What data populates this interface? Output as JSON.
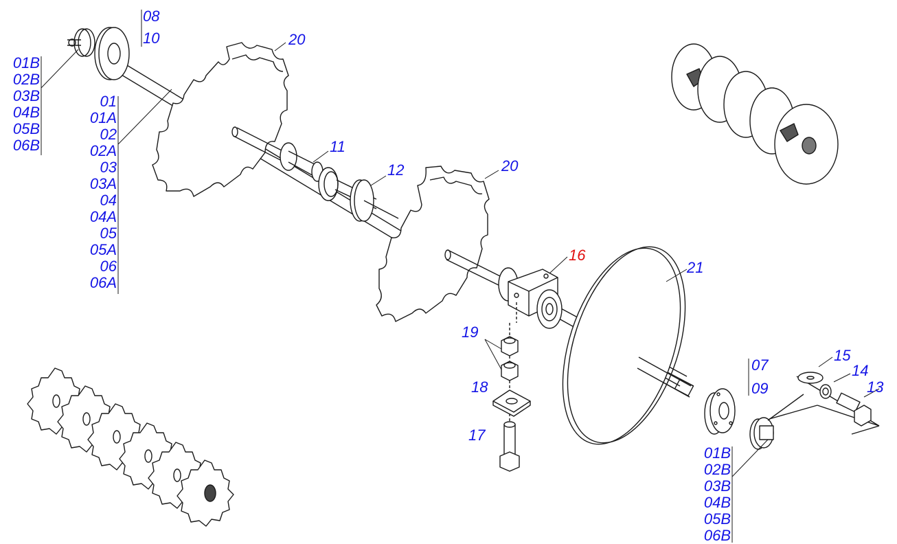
{
  "callouts": {
    "c08": "08",
    "c10": "10",
    "c20a": "20",
    "c11": "11",
    "c12": "12",
    "c20b": "20",
    "c16": "16",
    "c21": "21",
    "c19": "19",
    "c18": "18",
    "c17": "17",
    "c07": "07",
    "c09": "09",
    "c15": "15",
    "c14": "14",
    "c13": "13"
  },
  "stack_top_left": [
    "01B",
    "02B",
    "03B",
    "04B",
    "05B",
    "06B"
  ],
  "stack_shaft": [
    "01",
    "01A",
    "02",
    "02A",
    "03",
    "03A",
    "04",
    "04A",
    "05",
    "05A",
    "06",
    "06A"
  ],
  "stack_bottom_right": [
    "01B",
    "02B",
    "03B",
    "04B",
    "05B",
    "06B"
  ],
  "colors": {
    "callout": "#1414e6",
    "highlight": "#e01010",
    "line": "#1a1a1a"
  }
}
